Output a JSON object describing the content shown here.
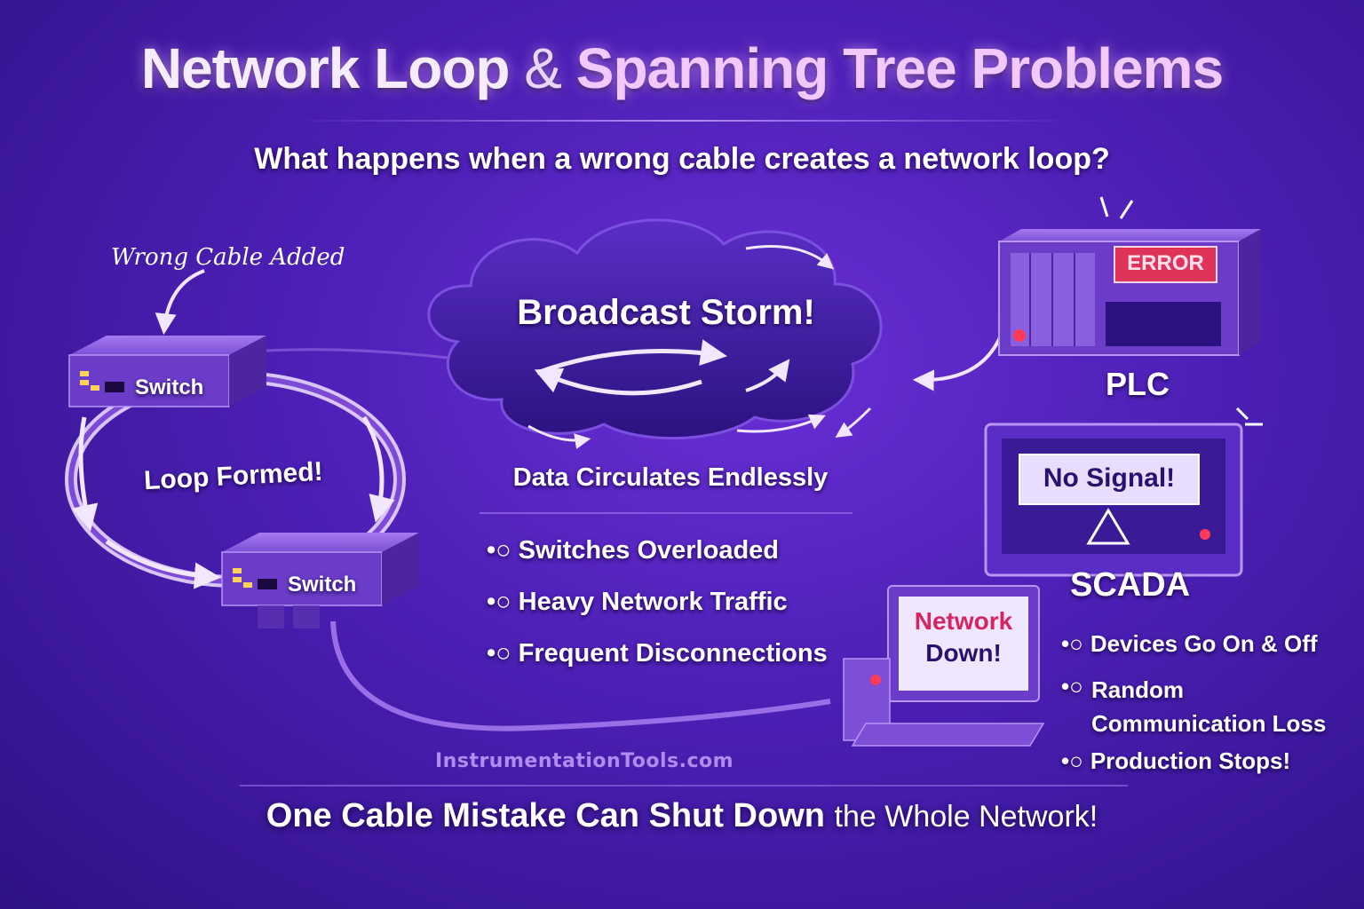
{
  "title": {
    "part1": "Network Loop",
    "amp": "&",
    "part2": "Spanning Tree Problems"
  },
  "subtitle": "What happens when a wrong cable creates a network loop?",
  "left": {
    "wrong_cable": "Wrong Cable Added",
    "switch_top": "Switch",
    "switch_bottom": "Switch",
    "loop_formed": "Loop Formed!"
  },
  "center": {
    "storm": "Broadcast Storm!",
    "circulates": "Data Circulates Endlessly",
    "bullets": [
      "Switches Overloaded",
      "Heavy Network Traffic",
      "Frequent Disconnections"
    ]
  },
  "right": {
    "plc_error": "ERROR",
    "plc_label": "PLC",
    "scada_screen": "No Signal!",
    "scada_label": "SCADA",
    "computer_line1": "Network",
    "computer_line2": "Down!",
    "bullets": [
      "Devices Go On & Off",
      "Random Communication Loss",
      "Production Stops!"
    ]
  },
  "watermark": "InstrumentationTools.com",
  "footer": {
    "bold": "One Cable Mistake Can Shut Down",
    "light": "the Whole Network!"
  },
  "colors": {
    "accent": "#f2c8ff",
    "error_red": "#ff3b57",
    "pink_text": "#d6245f",
    "background": "#4b1fb4"
  }
}
